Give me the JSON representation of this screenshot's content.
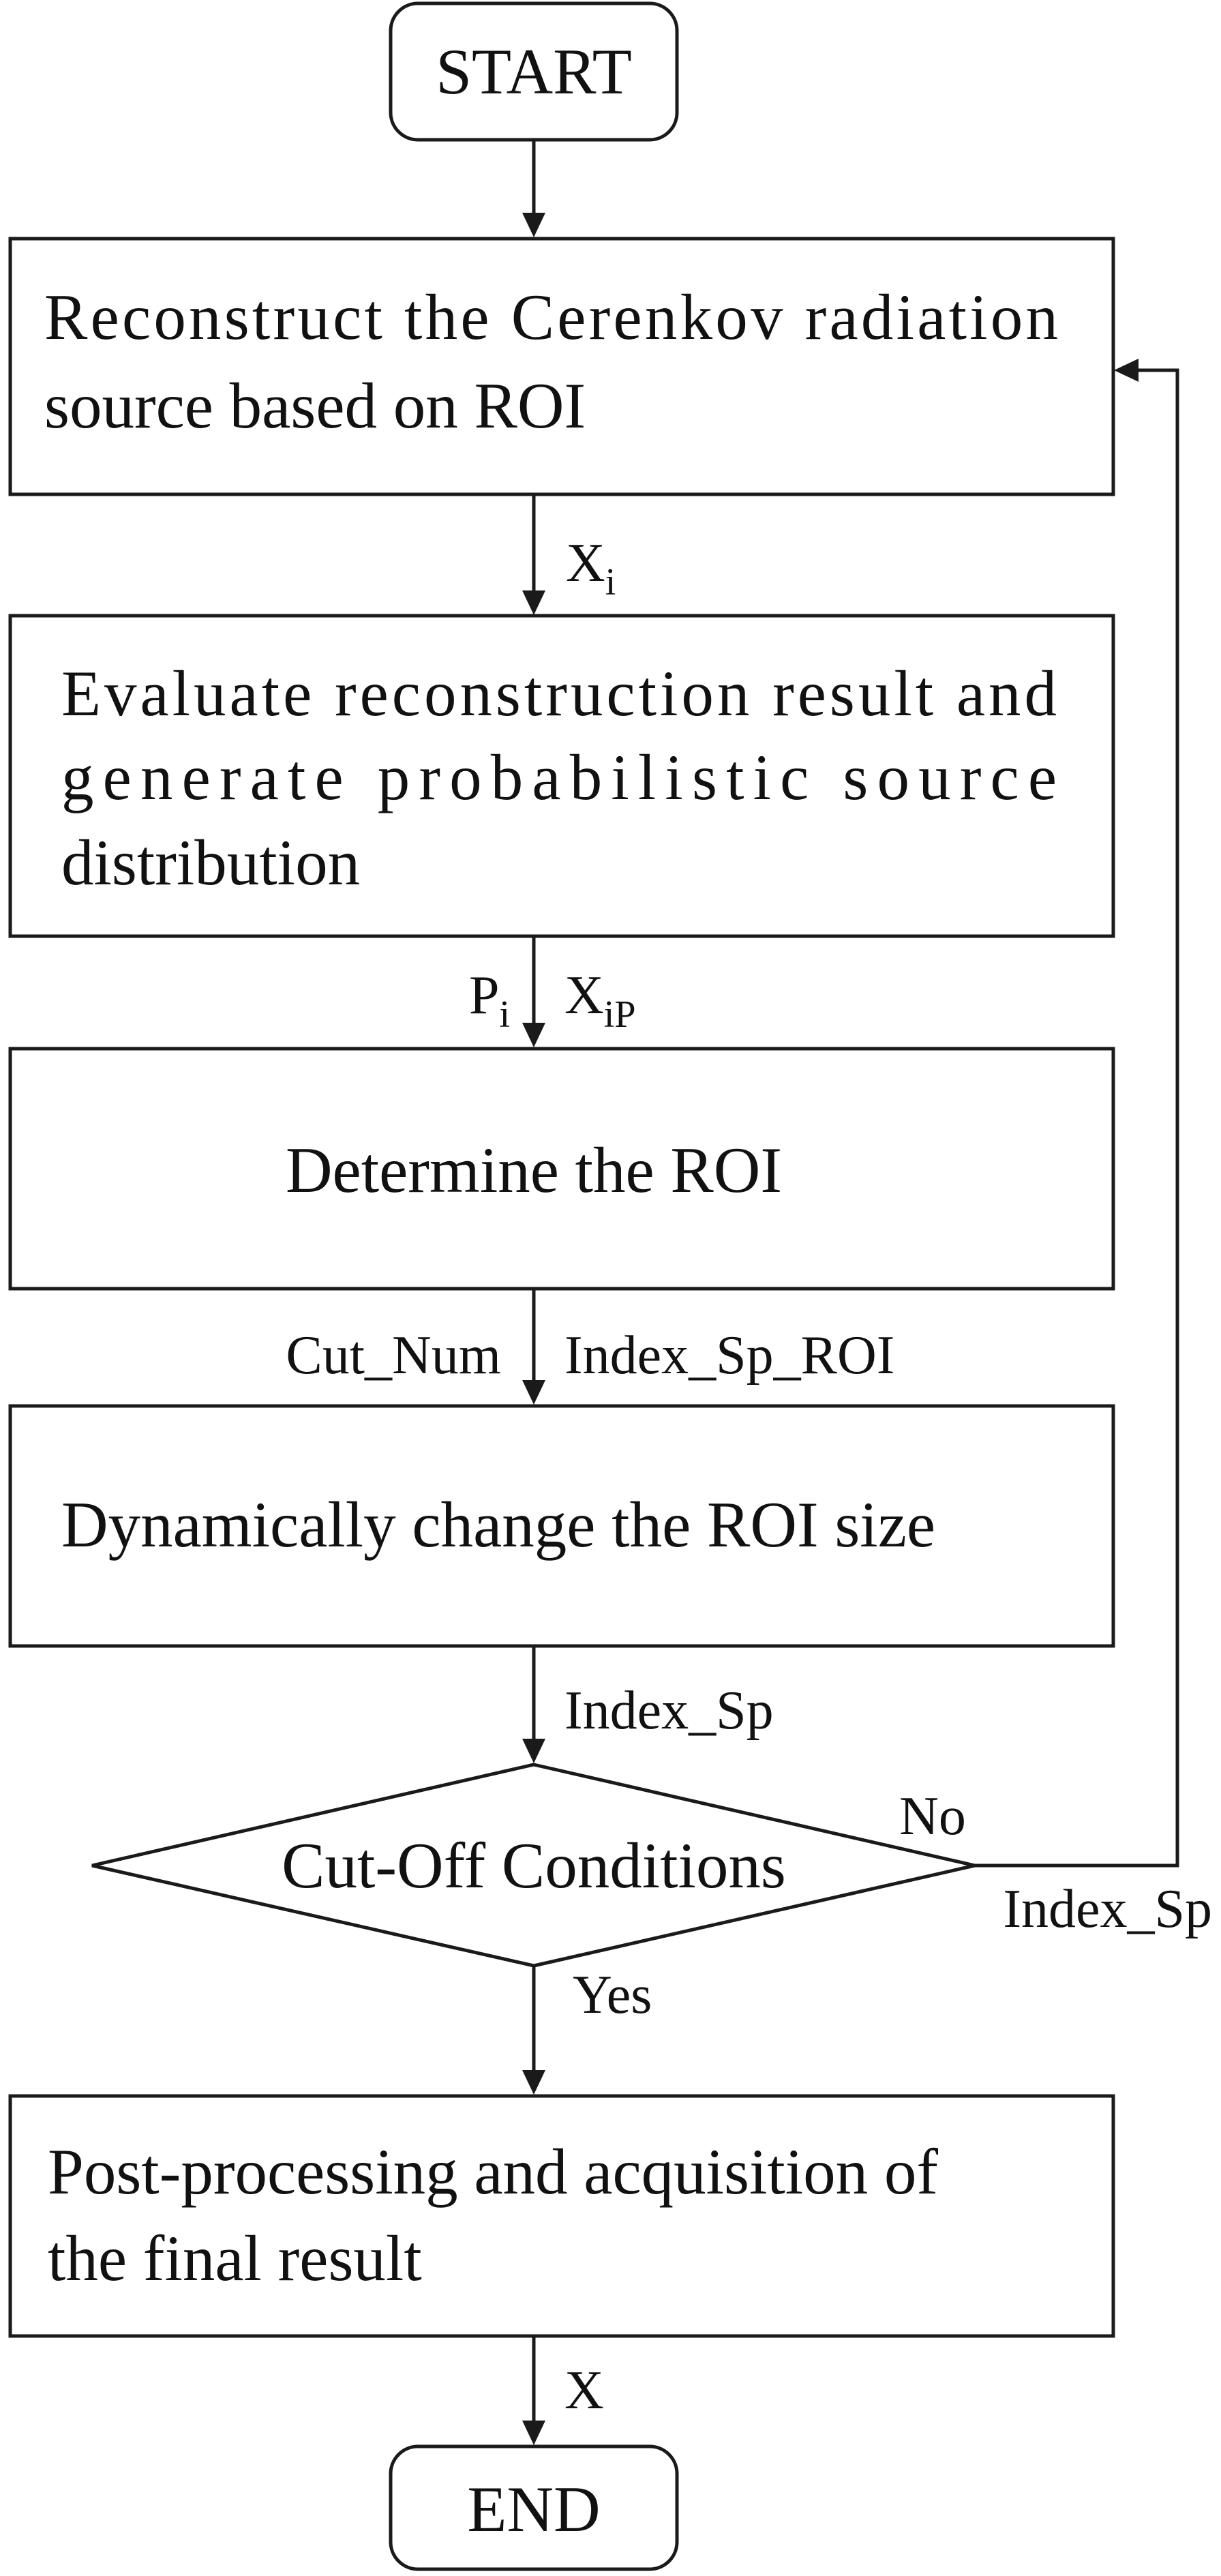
{
  "nodes": {
    "start": {
      "label": "START"
    },
    "reconstruct": {
      "lines": [
        "Reconstruct the Cerenkov radiation",
        "source based on ROI"
      ]
    },
    "evaluate": {
      "lines": [
        "Evaluate reconstruction result and",
        "generate probabilistic source",
        "distribution"
      ]
    },
    "determine": {
      "label": "Determine the ROI"
    },
    "dynamic": {
      "label": "Dynamically change the ROI size"
    },
    "decision": {
      "label": "Cut-Off Conditions"
    },
    "postprocess": {
      "lines": [
        "Post-processing and acquisition of",
        "the final result"
      ]
    },
    "end": {
      "label": "END"
    }
  },
  "edge_labels": {
    "xi": {
      "main": "X",
      "sub": "i"
    },
    "pi": {
      "main": "P",
      "sub": "i"
    },
    "xip": {
      "main": "X",
      "sub": "iP"
    },
    "cut_num": "Cut_Num",
    "index_sp_roi": "Index_Sp_ROI",
    "index_sp": "Index_Sp",
    "no": "No",
    "index_sp_loop": "Index_Sp",
    "yes": "Yes",
    "x": "X"
  },
  "colors": {
    "stroke": "#1a1a1a",
    "text": "#111111",
    "background": "#ffffff"
  }
}
